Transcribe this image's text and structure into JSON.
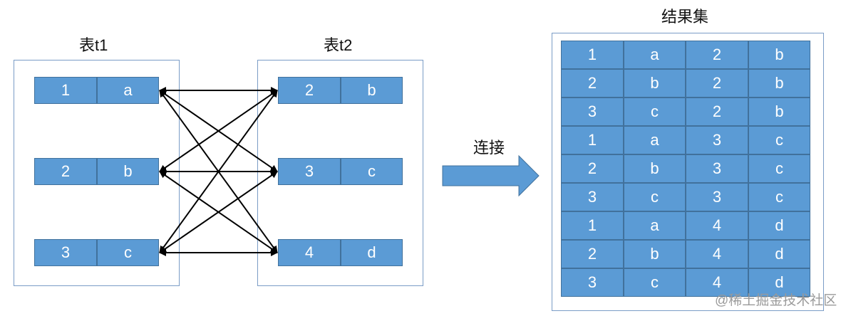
{
  "table1": {
    "title": "表t1",
    "rows": [
      [
        "1",
        "a"
      ],
      [
        "2",
        "b"
      ],
      [
        "3",
        "c"
      ]
    ]
  },
  "table2": {
    "title": "表t2",
    "rows": [
      [
        "2",
        "b"
      ],
      [
        "3",
        "c"
      ],
      [
        "4",
        "d"
      ]
    ]
  },
  "join_label": "连接",
  "result": {
    "title": "结果集",
    "rows": [
      [
        "1",
        "a",
        "2",
        "b"
      ],
      [
        "2",
        "b",
        "2",
        "b"
      ],
      [
        "3",
        "c",
        "2",
        "b"
      ],
      [
        "1",
        "a",
        "3",
        "c"
      ],
      [
        "2",
        "b",
        "3",
        "c"
      ],
      [
        "3",
        "c",
        "3",
        "c"
      ],
      [
        "1",
        "a",
        "4",
        "d"
      ],
      [
        "2",
        "b",
        "4",
        "d"
      ],
      [
        "3",
        "c",
        "4",
        "d"
      ]
    ]
  },
  "watermark": "@稀土掘金技术社区",
  "colors": {
    "cell_fill": "#5b9bd5",
    "cell_border": "#41719c",
    "box_border": "#7a9cc6",
    "arrow": "#5b9bd5"
  }
}
